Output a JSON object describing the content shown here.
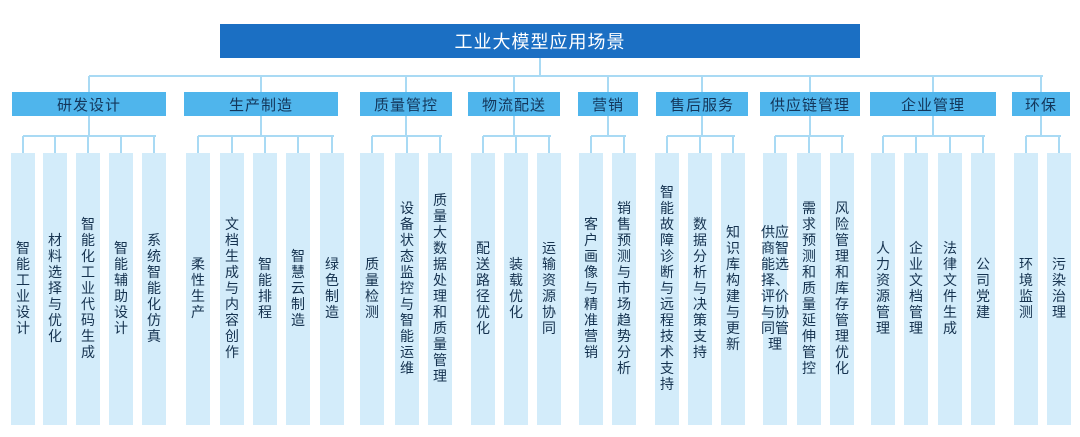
{
  "root": "工业大模型应用场景",
  "categories": [
    {
      "name": "研发设计",
      "items": [
        "智能工业设计",
        "材料选择与优化",
        "智能化工业代码生成",
        "智能辅助设计",
        "系统智能化仿真"
      ]
    },
    {
      "name": "生产制造",
      "items": [
        "柔性生产",
        "文档生成与内容创作",
        "智能排程",
        "智慧云制造",
        "绿色制造"
      ]
    },
    {
      "name": "质量管控",
      "items": [
        "质量检测",
        "设备状态监控与智能运维",
        "质量大数据处理和质量管理"
      ]
    },
    {
      "name": "物流配送",
      "items": [
        "配送路径优化",
        "装载优化",
        "运输资源协同"
      ]
    },
    {
      "name": "营销",
      "items": [
        "客户画像与精准营销",
        "销售预测与市场趋势分析"
      ]
    },
    {
      "name": "售后服务",
      "items": [
        "智能故障诊断与远程技术支持",
        "数据分析与决策支持",
        "知识库构建与更新"
      ]
    },
    {
      "name": "供应链管理",
      "items": [
        "供应商智能选择、评价与协同管理",
        "需求预测和质量延伸管控",
        "风险管理和库存管理优化"
      ]
    },
    {
      "name": "企业管理",
      "items": [
        "人力资源管理",
        "企业文档管理",
        "法律文件生成",
        "公司党建"
      ]
    },
    {
      "name": "环保",
      "items": [
        "环境监测",
        "污染治理"
      ]
    }
  ]
}
